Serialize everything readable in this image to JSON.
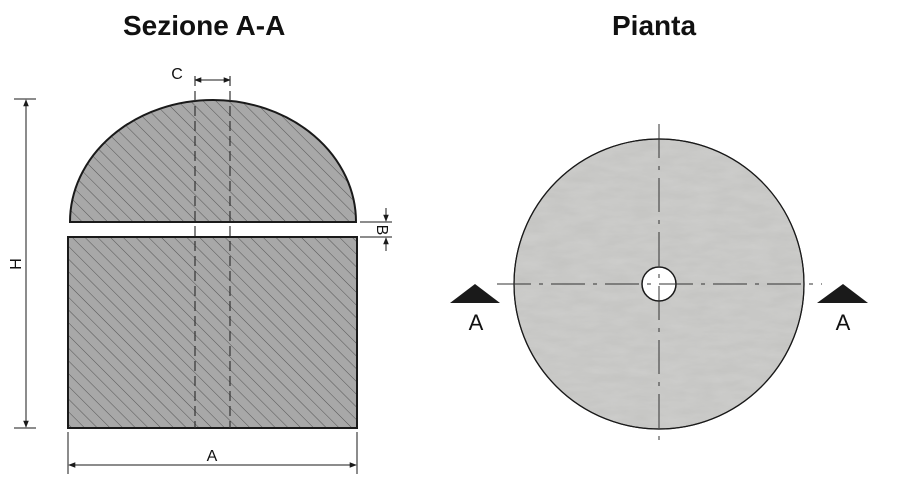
{
  "section": {
    "title": "Sezione A-A",
    "dim_c": "C",
    "dim_h": "H",
    "dim_b": "B",
    "dim_a": "A"
  },
  "plan": {
    "title": "Pianta",
    "cut_marker_left": "A",
    "cut_marker_right": "A"
  },
  "colors": {
    "section_fill": "#a8a8a8",
    "hatch": "#555555",
    "plan_fill": "#c3c3c1",
    "outline": "#1a1a1a"
  }
}
